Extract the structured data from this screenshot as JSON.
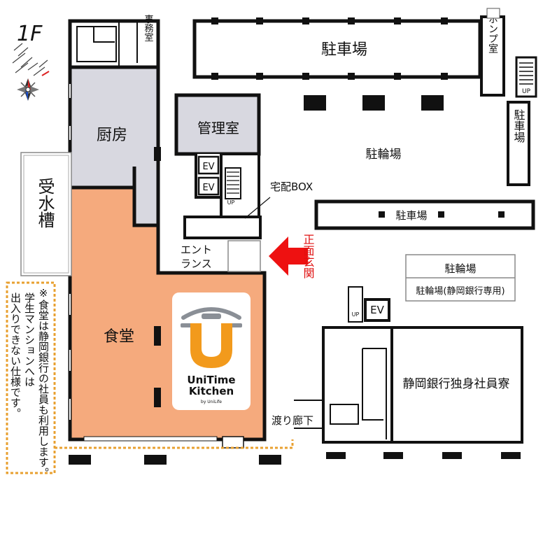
{
  "floor": "1F",
  "rooms": {
    "office": "事務室",
    "kitchen": "厨房",
    "dining": "食堂",
    "water_tank": "受水槽",
    "management": "管理室",
    "ev1": "EV",
    "ev2": "EV",
    "ev3": "EV",
    "up1": "UP",
    "up2": "UP",
    "up3": "UP",
    "delivery_box": "宅配BOX",
    "entrance_line1": "エント",
    "entrance_line2": "ランス",
    "main_entrance": "正面玄関",
    "parking_top": "駐車場",
    "pump_room": "ポンプ室",
    "parking_right": "駐車場",
    "bicycle_parking": "駐輪場",
    "parking_mid": "駐車場",
    "bicycle_box_title": "駐輪場",
    "bicycle_box_sub": "駐輪場(静岡銀行専用)",
    "dormitory": "静岡銀行独身社員寮",
    "corridor": "渡り廊下"
  },
  "note": {
    "line1": "※食堂は静岡銀行の社員も利用します。",
    "line2": "学生マンションへは",
    "line3": "出入りできない仕様です。"
  },
  "logo": {
    "name_line1": "UniTime",
    "name_line2": "Kitchen",
    "byline": "by UniLife",
    "letter": "U"
  },
  "colors": {
    "dining": "#f5aa7d",
    "kitchen": "#d8d8e0",
    "wall": "#111111",
    "arrow": "#ee1111",
    "entrance_text": "#e01010",
    "note_border": "#e8a030",
    "logo_orange": "#f29a1c",
    "logo_gray": "#8a8f96"
  }
}
